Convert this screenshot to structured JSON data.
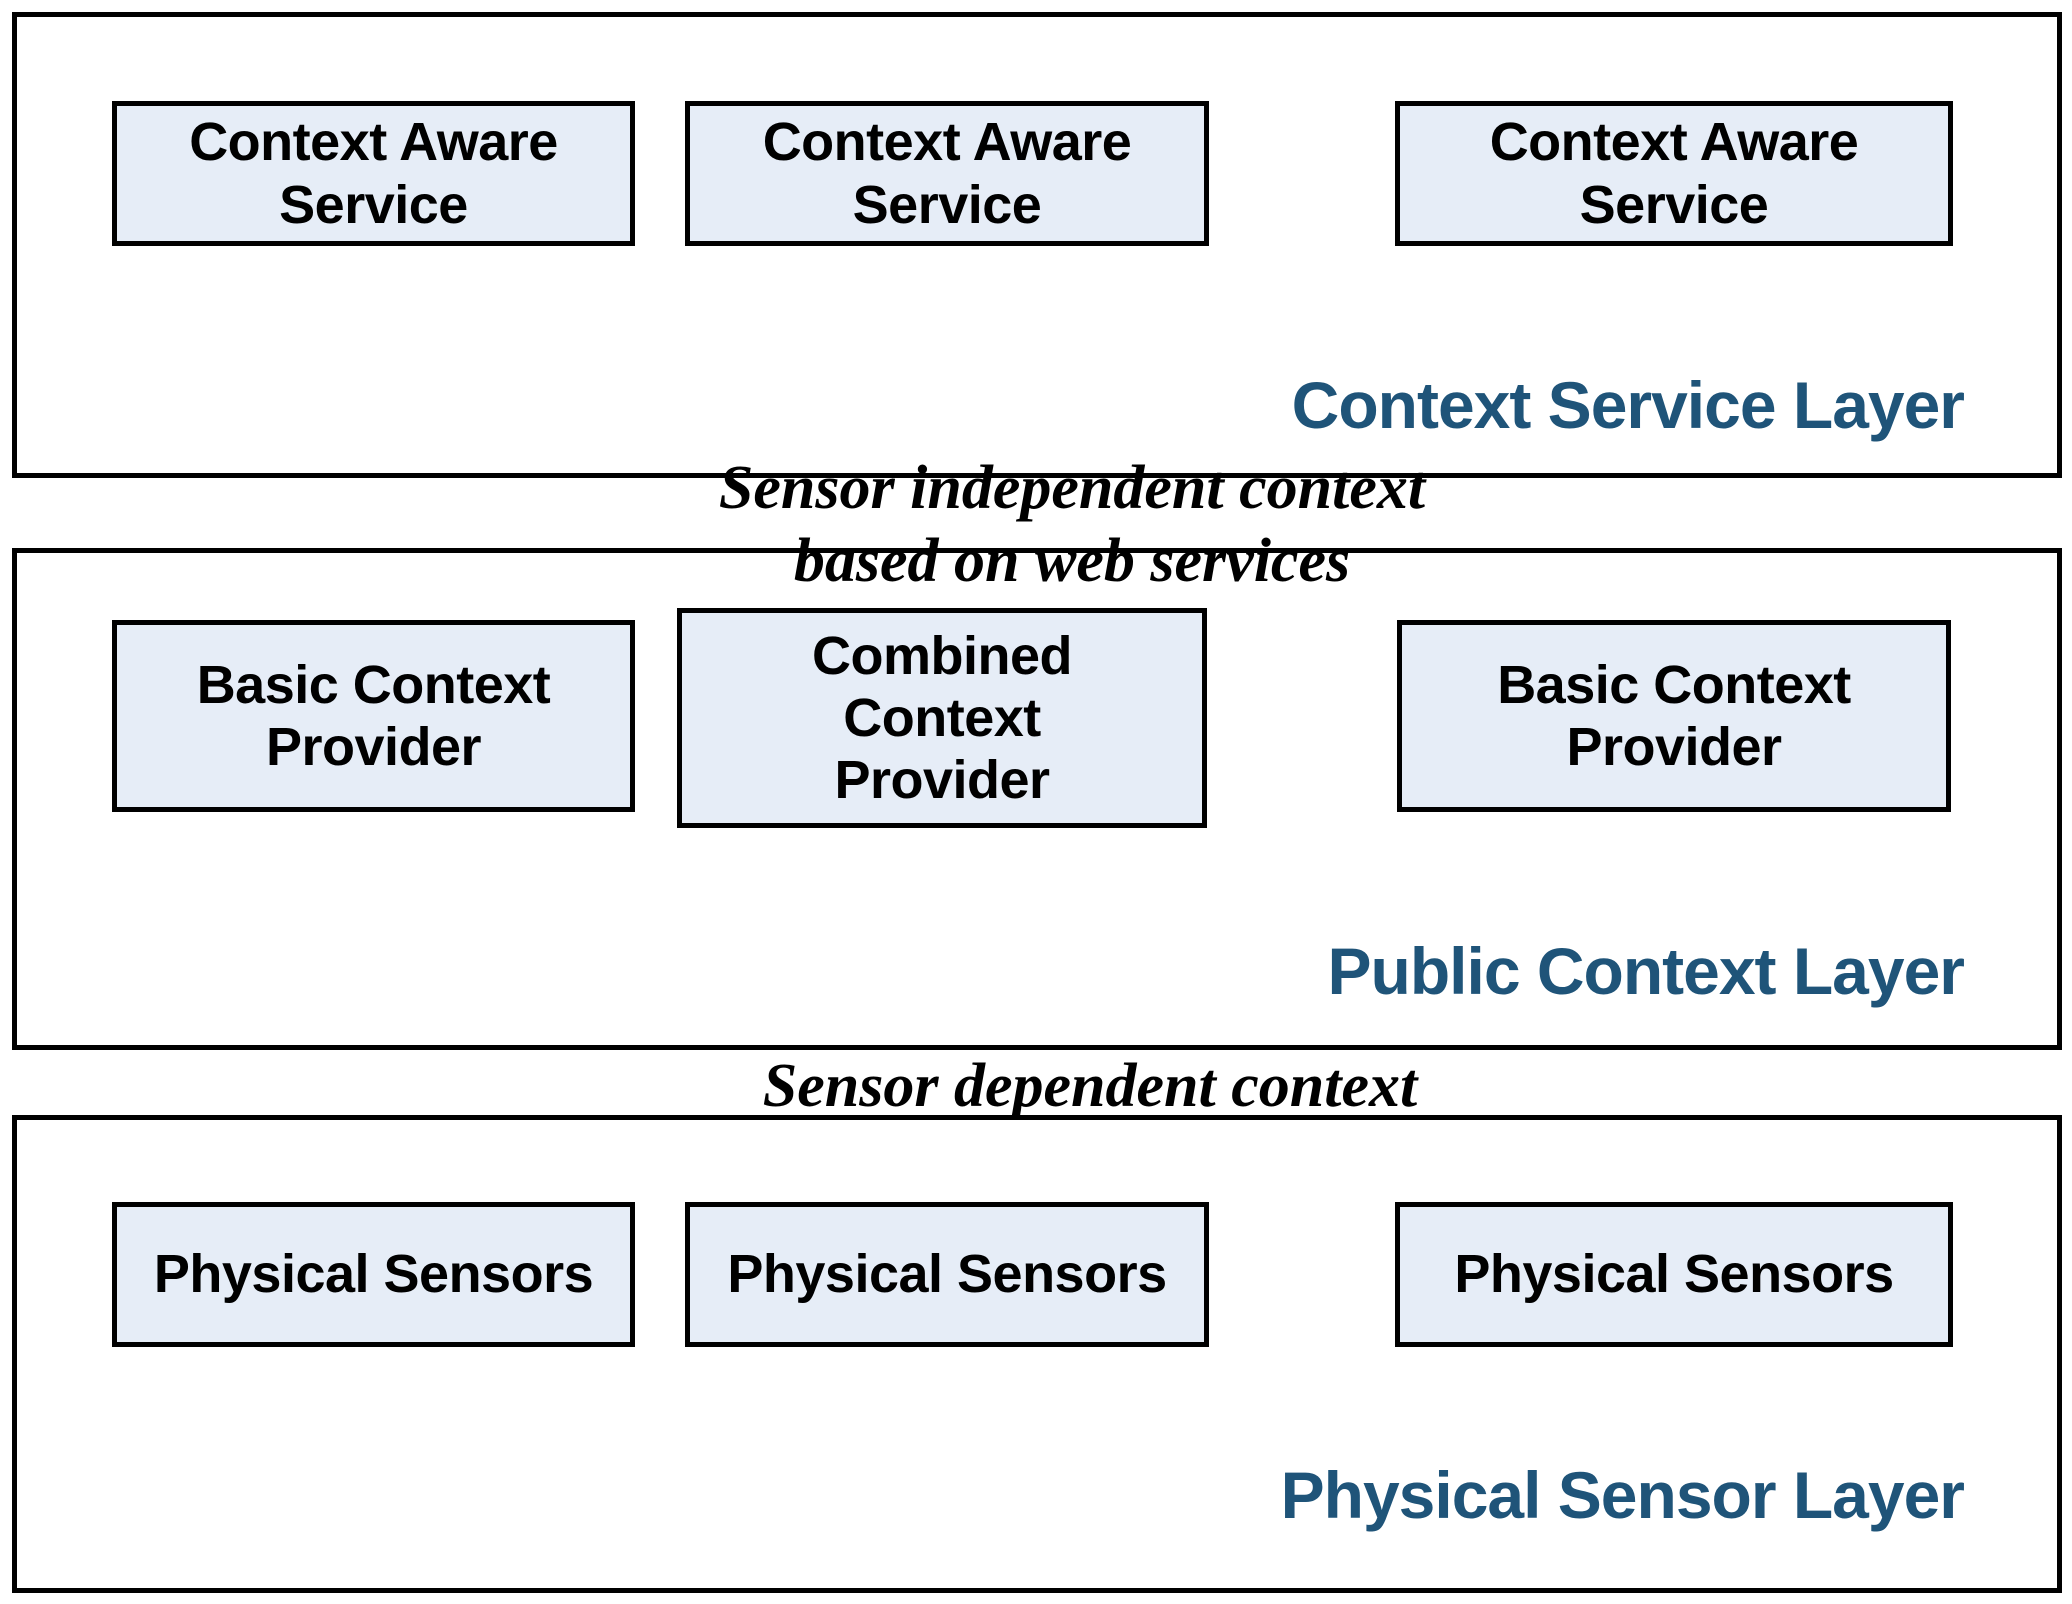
{
  "diagram": {
    "title": "Layered context-aware architecture",
    "colors": {
      "node_fill": "#E6EDF7",
      "node_border": "#000000",
      "frame_border": "#000000",
      "layer_title": "#1F5479",
      "caption_text": "#000000",
      "background": "#FFFFFF"
    },
    "layers": [
      {
        "id": "context-service-layer",
        "title": "Context Service Layer",
        "nodes": [
          {
            "id": "context-aware-service-1",
            "label": "Context Aware\nService"
          },
          {
            "id": "context-aware-service-2",
            "label": "Context Aware\nService"
          },
          {
            "id": "context-aware-service-3",
            "label": "Context Aware\nService"
          }
        ]
      },
      {
        "id": "public-context-layer",
        "title": "Public Context Layer",
        "nodes": [
          {
            "id": "basic-context-provider-1",
            "label": "Basic Context\nProvider"
          },
          {
            "id": "combined-context-provider",
            "label": "Combined\nContext\nProvider"
          },
          {
            "id": "basic-context-provider-2",
            "label": "Basic Context\nProvider"
          }
        ]
      },
      {
        "id": "physical-sensor-layer",
        "title": "Physical Sensor Layer",
        "nodes": [
          {
            "id": "physical-sensors-1",
            "label": "Physical Sensors"
          },
          {
            "id": "physical-sensors-2",
            "label": "Physical Sensors"
          },
          {
            "id": "physical-sensors-3",
            "label": "Physical Sensors"
          }
        ]
      }
    ],
    "connectors": [
      {
        "id": "sensor-independent-context",
        "text": "Sensor independent context\nbased on web services",
        "between": [
          "context-service-layer",
          "public-context-layer"
        ]
      },
      {
        "id": "sensor-dependent-context",
        "text": "Sensor dependent context",
        "between": [
          "public-context-layer",
          "physical-sensor-layer"
        ]
      }
    ]
  }
}
